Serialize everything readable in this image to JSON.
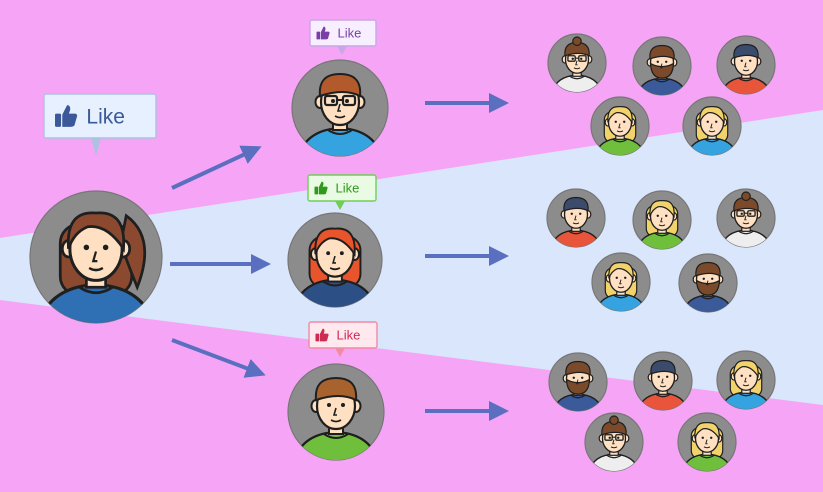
{
  "colors": {
    "background_pink": "#f6a5f6",
    "band_blue": "#dae6fb",
    "arrow": "#5a6fc0",
    "avatar_circle": "#8c8c8c",
    "outline": "#1f1f1f",
    "skin": "#ffe0c2"
  },
  "like_label": "Like",
  "bubbles": [
    {
      "id": "original",
      "text": "Like",
      "fill": "#e6f0ff",
      "stroke": "#aec1e3",
      "text_color": "#3b5998",
      "icon_color": "#3b5998"
    },
    {
      "id": "tier1-top",
      "text": "Like",
      "fill": "#f7efff",
      "stroke": "#c9a6e6",
      "text_color": "#7a3fa6",
      "icon_color": "#7a3fa6"
    },
    {
      "id": "tier1-middle",
      "text": "Like",
      "fill": "#eafbe4",
      "stroke": "#6fcf54",
      "text_color": "#2f9a1e",
      "icon_color": "#2f9a1e"
    },
    {
      "id": "tier1-bottom",
      "text": "Like",
      "fill": "#ffe9ef",
      "stroke": "#f18aa3",
      "text_color": "#cc2b52",
      "icon_color": "#cc2b52"
    }
  ],
  "people": [
    {
      "id": "origin-woman-ponytail",
      "icon": "woman-ponytail-avatar",
      "hair": "#8b4a2f",
      "shirt": "#2f6fb3",
      "glasses": false,
      "beard": false
    },
    {
      "id": "tier1-top-man-glasses",
      "icon": "man-glasses-avatar",
      "hair": "#b25a2b",
      "shirt": "#34a3e0",
      "glasses": true,
      "beard": false
    },
    {
      "id": "tier1-middle-woman-redhead",
      "icon": "woman-redhead-avatar",
      "hair": "#e8542b",
      "shirt": "#2c4f86",
      "glasses": false,
      "beard": false
    },
    {
      "id": "tier1-bottom-man",
      "icon": "man-avatar",
      "hair": "#a7622e",
      "shirt": "#6fbf3c",
      "glasses": false,
      "beard": false
    },
    {
      "id": "t2-a1",
      "icon": "man-bun-glasses-avatar",
      "hair": "#7a4a2a",
      "shirt": "#eeeeee",
      "glasses": true,
      "beard": false
    },
    {
      "id": "t2-a2",
      "icon": "bearded-man-avatar",
      "hair": "#7a4a2a",
      "shirt": "#3a5a9a",
      "glasses": false,
      "beard": true
    },
    {
      "id": "t2-a3",
      "icon": "man-avatar",
      "hair": "#3a4b6b",
      "shirt": "#e8553b",
      "glasses": false,
      "beard": false
    },
    {
      "id": "t2-a4",
      "icon": "blonde-woman-avatar",
      "hair": "#f2d36b",
      "shirt": "#6fbf3c",
      "glasses": false,
      "beard": false
    },
    {
      "id": "t2-a5",
      "icon": "blonde-woman-avatar",
      "hair": "#f2d36b",
      "shirt": "#34a3e0",
      "glasses": false,
      "beard": false
    },
    {
      "id": "t2-b1",
      "icon": "man-avatar",
      "hair": "#3a4b6b",
      "shirt": "#e8553b",
      "glasses": false,
      "beard": false
    },
    {
      "id": "t2-b2",
      "icon": "blonde-woman-avatar",
      "hair": "#f2d36b",
      "shirt": "#6fbf3c",
      "glasses": false,
      "beard": false
    },
    {
      "id": "t2-b3",
      "icon": "man-bun-glasses-avatar",
      "hair": "#7a4a2a",
      "shirt": "#eeeeee",
      "glasses": true,
      "beard": false
    },
    {
      "id": "t2-b4",
      "icon": "blonde-woman-avatar",
      "hair": "#f2d36b",
      "shirt": "#34a3e0",
      "glasses": false,
      "beard": false
    },
    {
      "id": "t2-b5",
      "icon": "bearded-man-avatar",
      "hair": "#7a4a2a",
      "shirt": "#3a5a9a",
      "glasses": false,
      "beard": true
    },
    {
      "id": "t2-c1",
      "icon": "bearded-man-avatar",
      "hair": "#7a4a2a",
      "shirt": "#3a5a9a",
      "glasses": false,
      "beard": true
    },
    {
      "id": "t2-c2",
      "icon": "man-avatar",
      "hair": "#3a4b6b",
      "shirt": "#e8553b",
      "glasses": false,
      "beard": false
    },
    {
      "id": "t2-c3",
      "icon": "blonde-woman-avatar",
      "hair": "#f2d36b",
      "shirt": "#34a3e0",
      "glasses": false,
      "beard": false
    },
    {
      "id": "t2-c4",
      "icon": "man-bun-glasses-avatar",
      "hair": "#7a4a2a",
      "shirt": "#eeeeee",
      "glasses": true,
      "beard": false
    },
    {
      "id": "t2-c5",
      "icon": "blonde-woman-avatar",
      "hair": "#f2d36b",
      "shirt": "#6fbf3c",
      "glasses": false,
      "beard": false
    }
  ]
}
